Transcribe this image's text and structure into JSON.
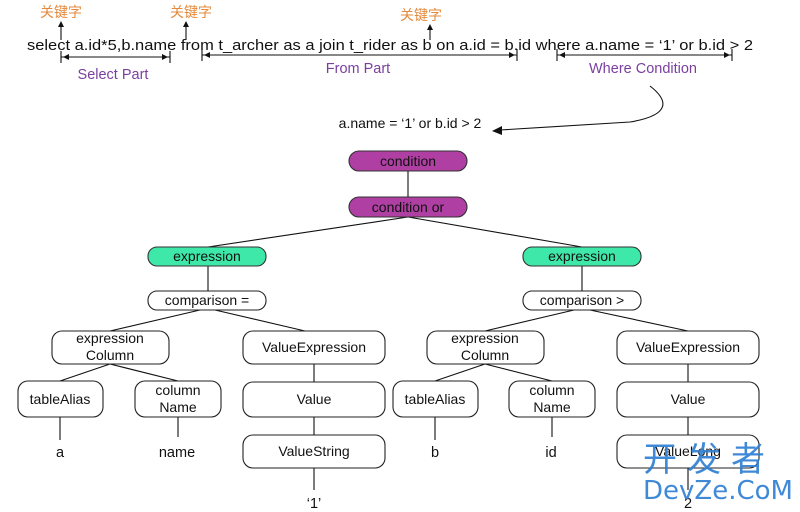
{
  "annotations": {
    "keyword_label": "关键字",
    "sql_statement": "select a.id*5,b.name from t_archer as a join t_rider as b on a.id = b.id where a.name = ‘1’ or b.id > 2",
    "select_part": "Select Part",
    "from_part": "From Part",
    "where_condition": "Where Condition",
    "where_expression": "a.name = ‘1’ or b.id > 2"
  },
  "tree": {
    "condition": "condition",
    "condition_or": "condition or",
    "left": {
      "expression": "expression",
      "comparison": "comparison =",
      "expression_column": "expression\nColumn",
      "value_expression": "ValueExpression",
      "table_alias": "tableAlias",
      "column_name": "column\nName",
      "value": "Value",
      "value_type": "ValueString",
      "alias_leaf": "a",
      "name_leaf": "name",
      "value_leaf": "‘1’"
    },
    "right": {
      "expression": "expression",
      "comparison": "comparison >",
      "expression_column": "expression\nColumn",
      "value_expression": "ValueExpression",
      "table_alias": "tableAlias",
      "column_name": "column\nName",
      "value": "Value",
      "value_type": "ValueLong",
      "alias_leaf": "b",
      "name_leaf": "id",
      "value_leaf": "2"
    }
  },
  "watermark": {
    "cn": "开发者",
    "en": "DevZe.CoM"
  },
  "colors": {
    "keyword": "#e58a3c",
    "part_label": "#7b3fa0",
    "condition_fill": "#b03fa3",
    "expression_fill": "#3ee8a8",
    "watermark": "#2f7fd4"
  }
}
